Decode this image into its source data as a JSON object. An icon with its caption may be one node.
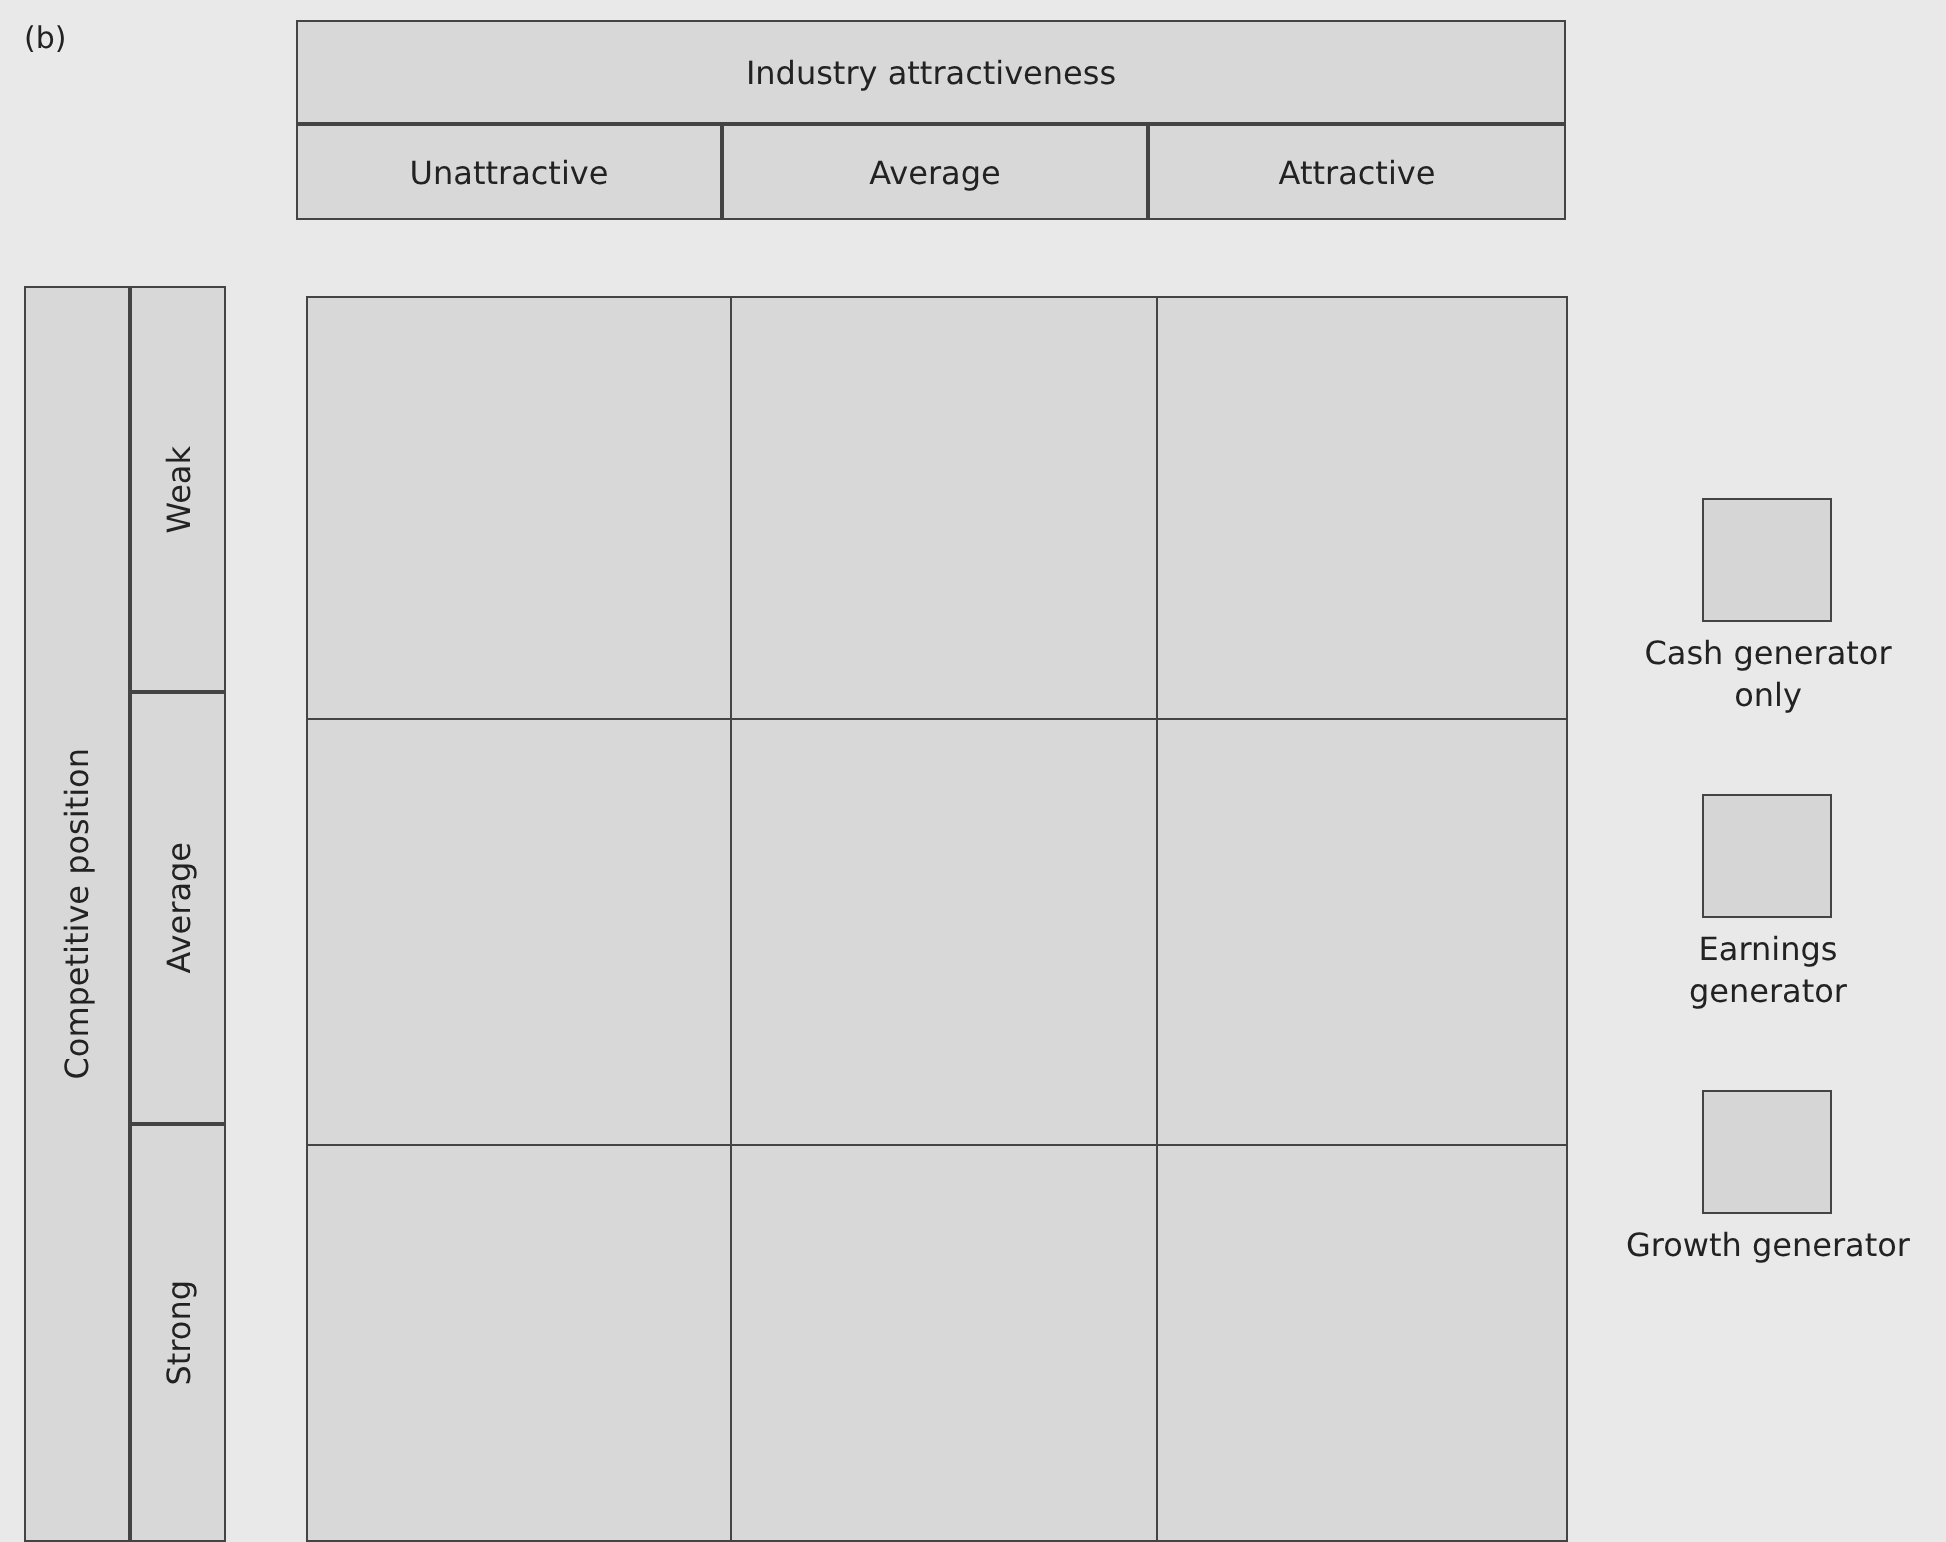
{
  "diagram": {
    "nodes": [
      {
        "text": [
          "Industry attractiveness"
        ]
      },
      {
        "text": [
          "Unattractive"
        ]
      },
      {
        "text": [
          "Average"
        ]
      },
      {
        "text": [
          "Attractive"
        ]
      },
      {
        "text": [
          "Competitive position"
        ]
      },
      {
        "text": [
          "Weak"
        ]
      },
      {
        "text": [
          "Average"
        ]
      },
      {
        "text": [
          "Strong"
        ]
      },
      {
        "text": [],
        "shape": "box"
      },
      {
        "text": [],
        "shape": "box"
      },
      {
        "text": [],
        "shape": "box"
      },
      {
        "text": [],
        "shape": "box"
      },
      {
        "text": [],
        "shape": "box"
      },
      {
        "text": [],
        "shape": "box"
      },
      {
        "text": [],
        "shape": "box"
      },
      {
        "text": [],
        "shape": "box"
      },
      {
        "text": [],
        "shape": "box"
      }
    ],
    "labels": [
      "(b)"
    ],
    "legend": [
      {
        "text": "Cash generator only",
        "color": "#d6d6d6"
      },
      {
        "text": "Earnings generator",
        "color": "#d6d6d6"
      },
      {
        "text": "Growth generator",
        "color": "#d6d6d6"
      }
    ]
  }
}
